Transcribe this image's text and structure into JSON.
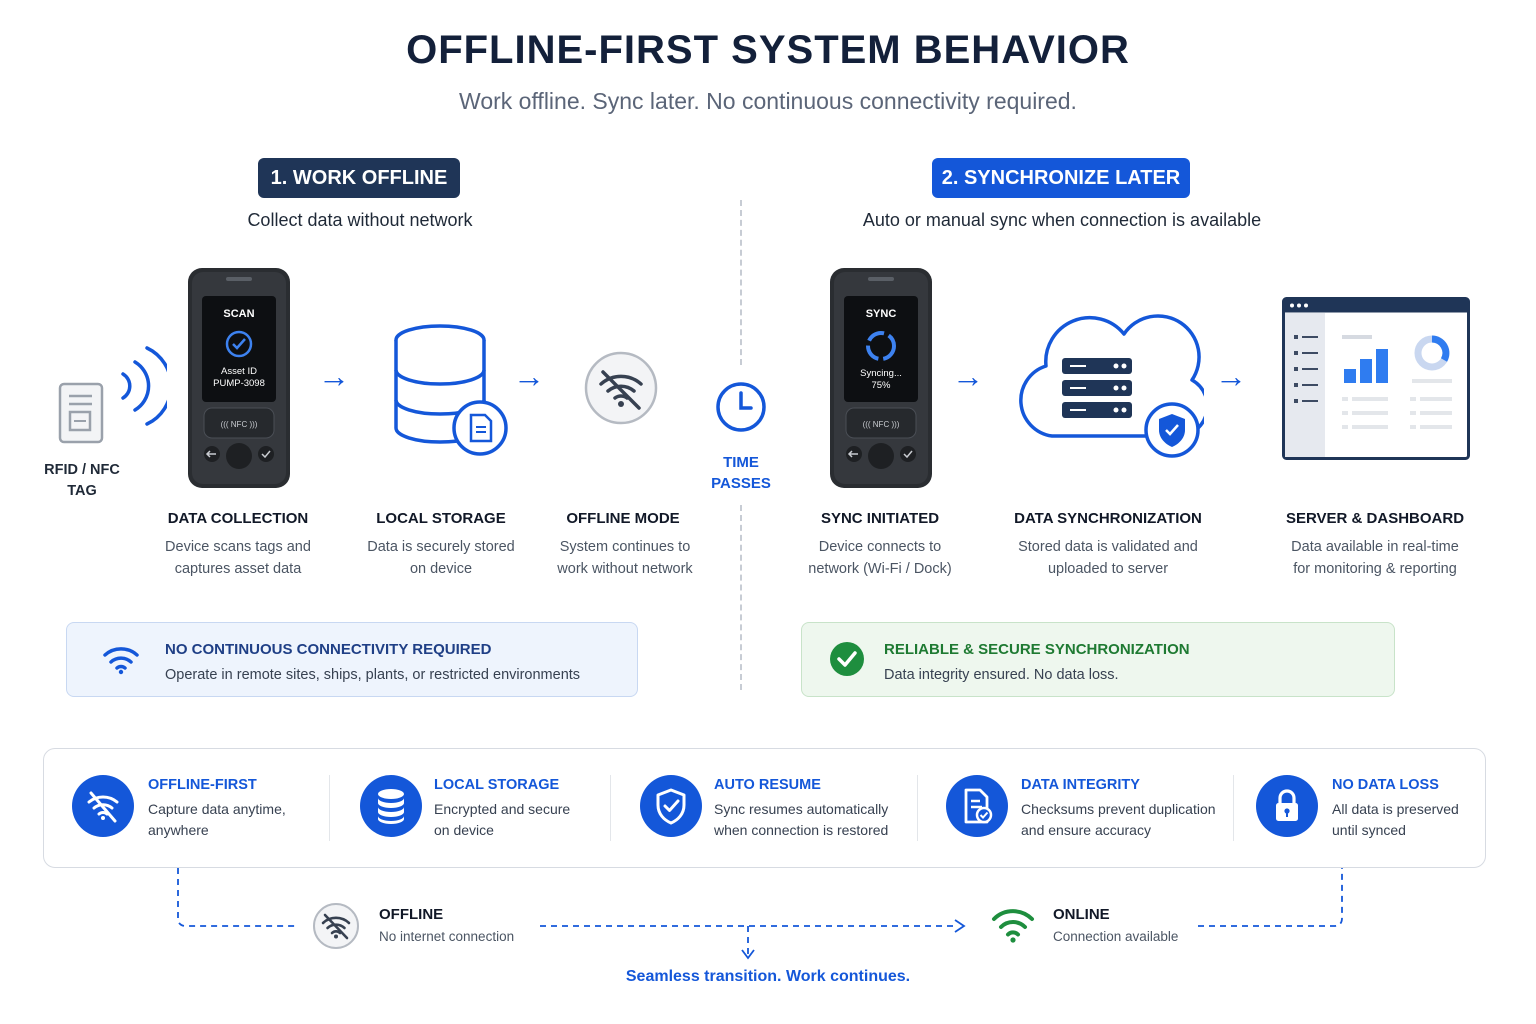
{
  "header": {
    "title": "OFFLINE-FIRST SYSTEM BEHAVIOR",
    "subtitle": "Work offline. Sync later. No continuous connectivity required."
  },
  "phase1": {
    "label": "1. WORK OFFLINE",
    "description": "Collect data without network",
    "tag_label_line1": "RFID / NFC",
    "tag_label_line2": "TAG",
    "device": {
      "screen_title": "SCAN",
      "asset_line1": "Asset ID",
      "asset_line2": "PUMP-3098",
      "nfc": "((( NFC )))"
    },
    "steps": [
      {
        "title": "DATA COLLECTION",
        "desc_line1": "Device scans tags and",
        "desc_line2": "captures asset data"
      },
      {
        "title": "LOCAL STORAGE",
        "desc_line1": "Data is securely stored",
        "desc_line2": "on device"
      },
      {
        "title": "OFFLINE MODE",
        "desc_line1": "System continues to",
        "desc_line2": "work without network"
      }
    ]
  },
  "time": {
    "line1": "TIME",
    "line2": "PASSES"
  },
  "phase2": {
    "label": "2. SYNCHRONIZE LATER",
    "description": "Auto or manual sync when connection is available",
    "device": {
      "screen_title": "SYNC",
      "status_line1": "Syncing...",
      "status_line2": "75%",
      "nfc": "((( NFC )))"
    },
    "steps": [
      {
        "title": "SYNC INITIATED",
        "desc_line1": "Device connects to",
        "desc_line2": "network (Wi-Fi / Dock)"
      },
      {
        "title": "DATA SYNCHRONIZATION",
        "desc_line1": "Stored data is validated and",
        "desc_line2": "uploaded to server"
      },
      {
        "title": "SERVER & DASHBOARD",
        "desc_line1": "Data available in real-time",
        "desc_line2": "for monitoring & reporting"
      }
    ]
  },
  "info_boxes": {
    "offline": {
      "title": "NO CONTINUOUS CONNECTIVITY REQUIRED",
      "desc": "Operate in remote sites, ships, plants, or restricted environments"
    },
    "sync": {
      "title": "RELIABLE & SECURE SYNCHRONIZATION",
      "desc": "Data integrity ensured. No data loss."
    }
  },
  "features": [
    {
      "icon": "wifi-off-icon",
      "title": "OFFLINE-FIRST",
      "desc_line1": "Capture data anytime,",
      "desc_line2": "anywhere"
    },
    {
      "icon": "database-icon",
      "title": "LOCAL STORAGE",
      "desc_line1": "Encrypted and secure",
      "desc_line2": "on device"
    },
    {
      "icon": "shield-check-icon",
      "title": "AUTO RESUME",
      "desc_line1": "Sync resumes automatically",
      "desc_line2": "when connection is restored"
    },
    {
      "icon": "document-check-icon",
      "title": "DATA INTEGRITY",
      "desc_line1": "Checksums prevent duplication",
      "desc_line2": "and ensure accuracy"
    },
    {
      "icon": "lock-icon",
      "title": "NO DATA LOSS",
      "desc_line1": "All data is preserved",
      "desc_line2": "until synced"
    }
  ],
  "states": {
    "offline": {
      "title": "OFFLINE",
      "desc": "No internet connection"
    },
    "online": {
      "title": "ONLINE",
      "desc": "Connection available"
    },
    "transition": "Seamless transition. Work continues."
  },
  "colors": {
    "primary_blue": "#1457d9",
    "navy": "#1f3557",
    "success_green": "#1e8e3e",
    "device_body": "#2a2d31"
  }
}
